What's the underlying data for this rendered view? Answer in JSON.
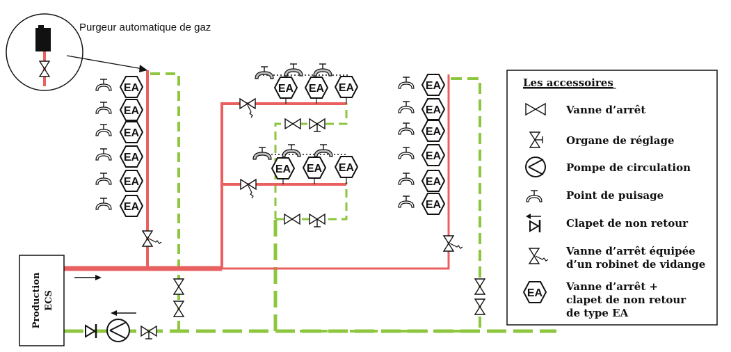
{
  "callout": {
    "label": "Purgeur automatique de gaz"
  },
  "production": {
    "line1": "Production",
    "line2": "ECS"
  },
  "ea_label": "EA",
  "legend": {
    "title": "Les accessoires",
    "items": [
      {
        "icon": "gate-valve-icon",
        "label": "Vanne d’arrêt"
      },
      {
        "icon": "balancing-valve-icon",
        "label": "Organe de réglage"
      },
      {
        "icon": "circulation-pump-icon",
        "label": "Pompe de circulation"
      },
      {
        "icon": "draw-off-point-icon",
        "label": "Point de puisage"
      },
      {
        "icon": "check-valve-icon",
        "label": "Clapet de non retour"
      },
      {
        "icon": "drain-valve-icon",
        "label": "Vanne d’arrêt équipée",
        "label2": "d’un robinet de vidange"
      },
      {
        "icon": "ea-valve-icon",
        "label": "Vanne d’arrêt +",
        "label2": "clapet de non retour",
        "label3": "de type EA"
      }
    ]
  },
  "colors": {
    "supply": "#e8605f",
    "return": "#8dc63f",
    "stroke": "#111111",
    "faucet": "#bfbfbf"
  }
}
